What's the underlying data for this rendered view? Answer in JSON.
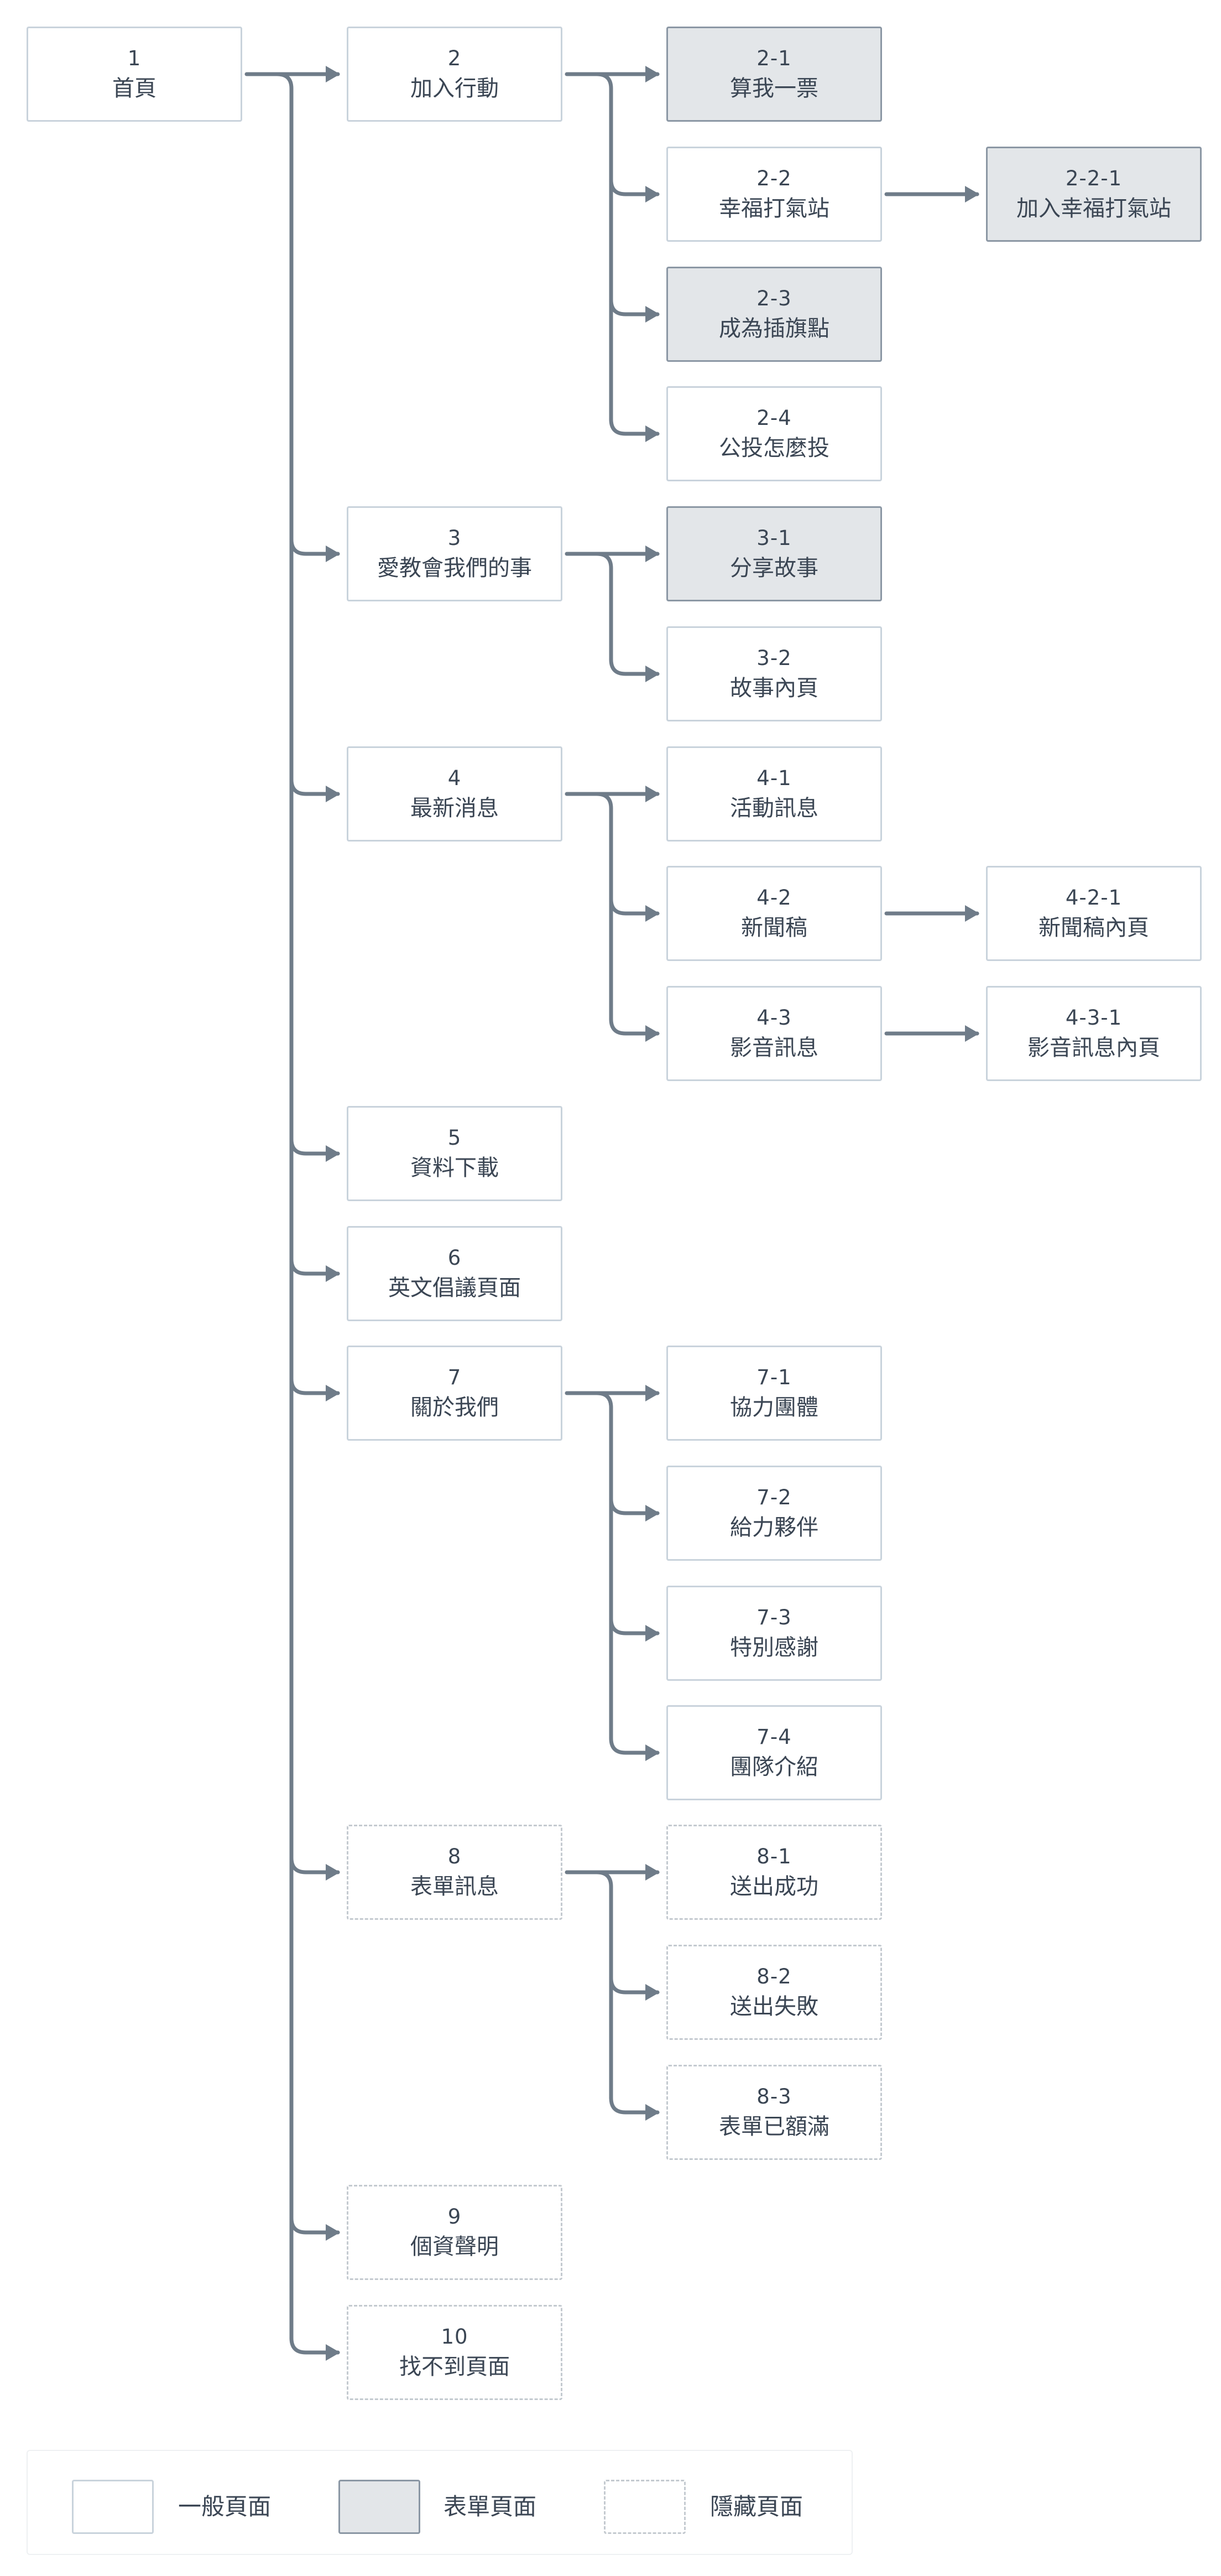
{
  "colors": {
    "line": "#6f7c89",
    "node_border": "#c9d3dc",
    "form_fill": "#e3e6e9",
    "form_border": "#8b97a4",
    "hidden_border": "#c4cad0",
    "text": "#3b4654"
  },
  "nodes": {
    "n1": {
      "code": "1",
      "label": "首頁"
    },
    "n2": {
      "code": "2",
      "label": "加入行動"
    },
    "n2_1": {
      "code": "2-1",
      "label": "算我一票"
    },
    "n2_2": {
      "code": "2-2",
      "label": "幸福打氣站"
    },
    "n2_2_1": {
      "code": "2-2-1",
      "label": "加入幸福打氣站"
    },
    "n2_3": {
      "code": "2-3",
      "label": "成為插旗點"
    },
    "n2_4": {
      "code": "2-4",
      "label": "公投怎麼投"
    },
    "n3": {
      "code": "3",
      "label": "愛教會我們的事"
    },
    "n3_1": {
      "code": "3-1",
      "label": "分享故事"
    },
    "n3_2": {
      "code": "3-2",
      "label": "故事內頁"
    },
    "n4": {
      "code": "4",
      "label": "最新消息"
    },
    "n4_1": {
      "code": "4-1",
      "label": "活動訊息"
    },
    "n4_2": {
      "code": "4-2",
      "label": "新聞稿"
    },
    "n4_2_1": {
      "code": "4-2-1",
      "label": "新聞稿內頁"
    },
    "n4_3": {
      "code": "4-3",
      "label": "影音訊息"
    },
    "n4_3_1": {
      "code": "4-3-1",
      "label": "影音訊息內頁"
    },
    "n5": {
      "code": "5",
      "label": "資料下載"
    },
    "n6": {
      "code": "6",
      "label": "英文倡議頁面"
    },
    "n7": {
      "code": "7",
      "label": "關於我們"
    },
    "n7_1": {
      "code": "7-1",
      "label": "協力團體"
    },
    "n7_2": {
      "code": "7-2",
      "label": "給力夥伴"
    },
    "n7_3": {
      "code": "7-3",
      "label": "特別感謝"
    },
    "n7_4": {
      "code": "7-4",
      "label": "團隊介紹"
    },
    "n8": {
      "code": "8",
      "label": "表單訊息"
    },
    "n8_1": {
      "code": "8-1",
      "label": "送出成功"
    },
    "n8_2": {
      "code": "8-2",
      "label": "送出失敗"
    },
    "n8_3": {
      "code": "8-3",
      "label": "表單已額滿"
    },
    "n9": {
      "code": "9",
      "label": "個資聲明"
    },
    "n10": {
      "code": "10",
      "label": "找不到頁面"
    }
  },
  "legend": {
    "general": "一般頁面",
    "form": "表單頁面",
    "hidden": "隱藏頁面"
  }
}
